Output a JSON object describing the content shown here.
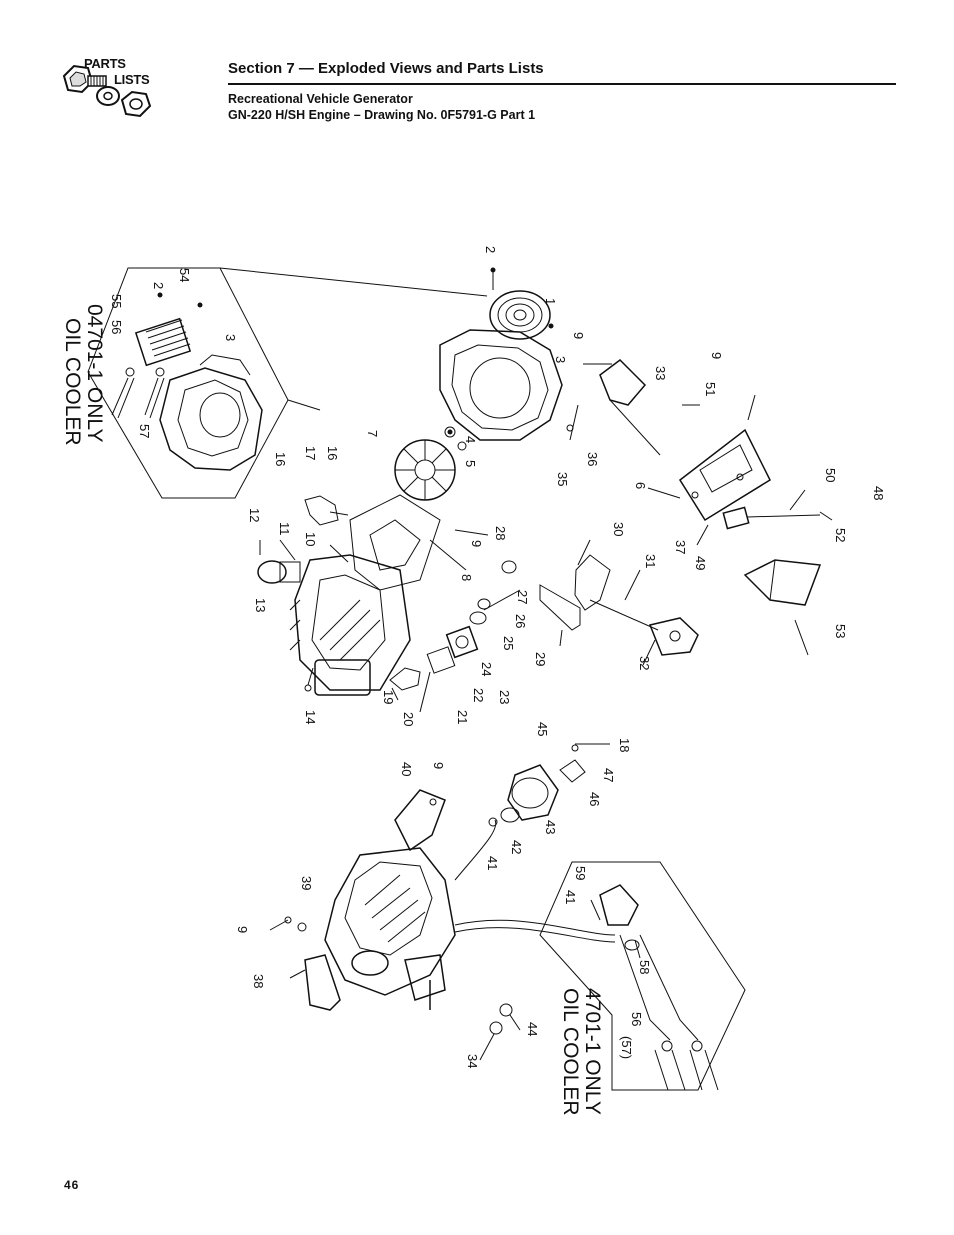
{
  "logo": {
    "line1": "PARTS",
    "line2": "LISTS"
  },
  "header": {
    "section_title": "Section 7 — Exploded Views and Parts Lists",
    "subtitle_1": "Recreational Vehicle Generator",
    "subtitle_2": "GN-220 H/SH Engine – Drawing No. 0F5791-G Part 1"
  },
  "diagram": {
    "inset_top": {
      "line1": "OIL COOLER",
      "line2": "04701-1 ONLY"
    },
    "inset_bottom": {
      "line1": "OIL COOLER",
      "line2": "4701-1 ONLY"
    },
    "callouts": [
      "2",
      "1",
      "3",
      "9",
      "33",
      "51",
      "9",
      "4",
      "5",
      "7",
      "17",
      "16",
      "16",
      "12",
      "11",
      "10",
      "9",
      "8",
      "28",
      "35",
      "36",
      "6",
      "50",
      "48",
      "37",
      "49",
      "52",
      "53",
      "30",
      "31",
      "27",
      "26",
      "25",
      "29",
      "32",
      "13",
      "14",
      "19",
      "20",
      "21",
      "22",
      "23",
      "24",
      "45",
      "18",
      "47",
      "46",
      "43",
      "42",
      "41",
      "40",
      "9",
      "39",
      "9",
      "38",
      "34",
      "44",
      "41",
      "59",
      "58",
      "56",
      "(57)",
      "2",
      "54",
      "55",
      "56",
      "3",
      "57"
    ]
  },
  "footer": {
    "page_number": "46"
  }
}
